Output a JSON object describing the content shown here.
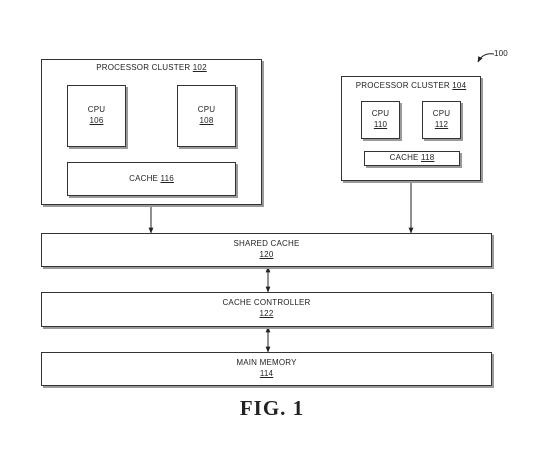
{
  "figure": {
    "ref": "100",
    "caption": "FIG. 1"
  },
  "cluster_a": {
    "label": "PROCESSOR CLUSTER",
    "ref": "102",
    "cpu1": {
      "label": "CPU",
      "ref": "106"
    },
    "cpu2": {
      "label": "CPU",
      "ref": "108"
    },
    "cache": {
      "label": "CACHE",
      "ref": "116"
    }
  },
  "cluster_b": {
    "label": "PROCESSOR CLUSTER",
    "ref": "104",
    "cpu1": {
      "label": "CPU",
      "ref": "110"
    },
    "cpu2": {
      "label": "CPU",
      "ref": "112"
    },
    "cache": {
      "label": "CACHE",
      "ref": "118"
    }
  },
  "shared_cache": {
    "label": "SHARED CACHE",
    "ref": "120"
  },
  "cache_controller": {
    "label": "CACHE CONTROLLER",
    "ref": "122"
  },
  "main_memory": {
    "label": "MAIN MEMORY",
    "ref": "114"
  }
}
